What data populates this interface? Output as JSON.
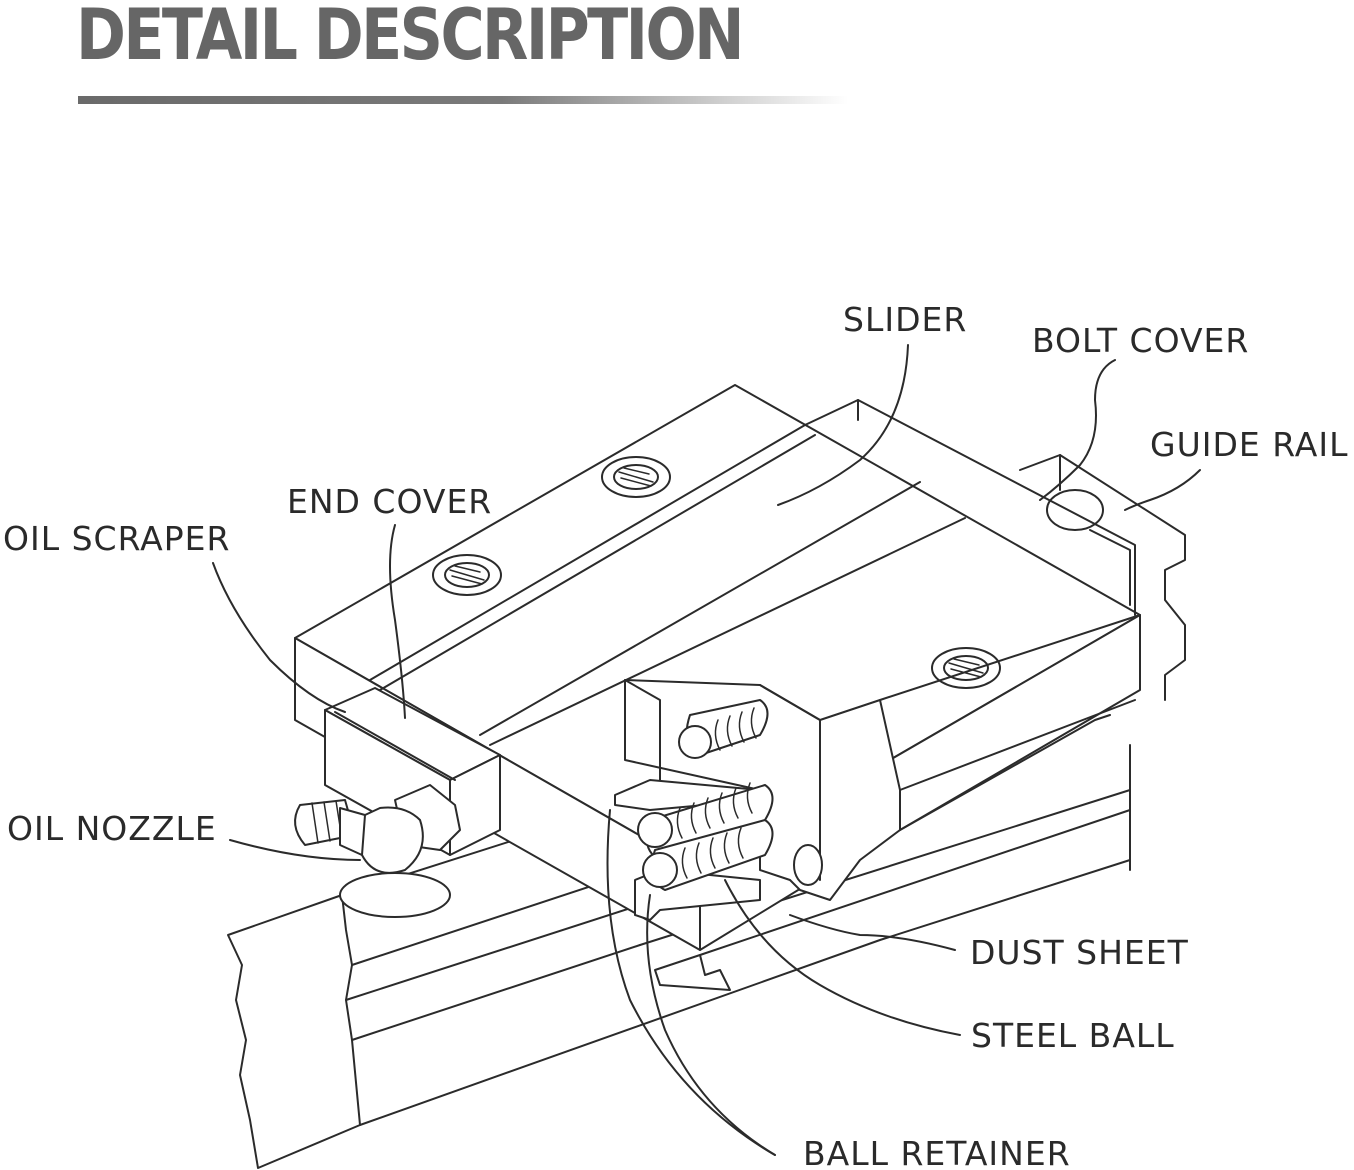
{
  "header": {
    "title": "DETAIL DESCRIPTION"
  },
  "labels": {
    "slider": "SLIDER",
    "bolt_cover": "BOLT COVER",
    "guide_rail": "GUIDE RAIL",
    "end_cover": "END COVER",
    "oil_scraper": "OIL SCRAPER",
    "oil_nozzle": "OIL NOZZLE",
    "dust_sheet": "DUST SHEET",
    "steel_ball": "STEEL BALL",
    "ball_retainer": "BALL RETAINER"
  },
  "colors": {
    "title": "#666666",
    "line": "#2b2b2b",
    "background": "#ffffff"
  }
}
